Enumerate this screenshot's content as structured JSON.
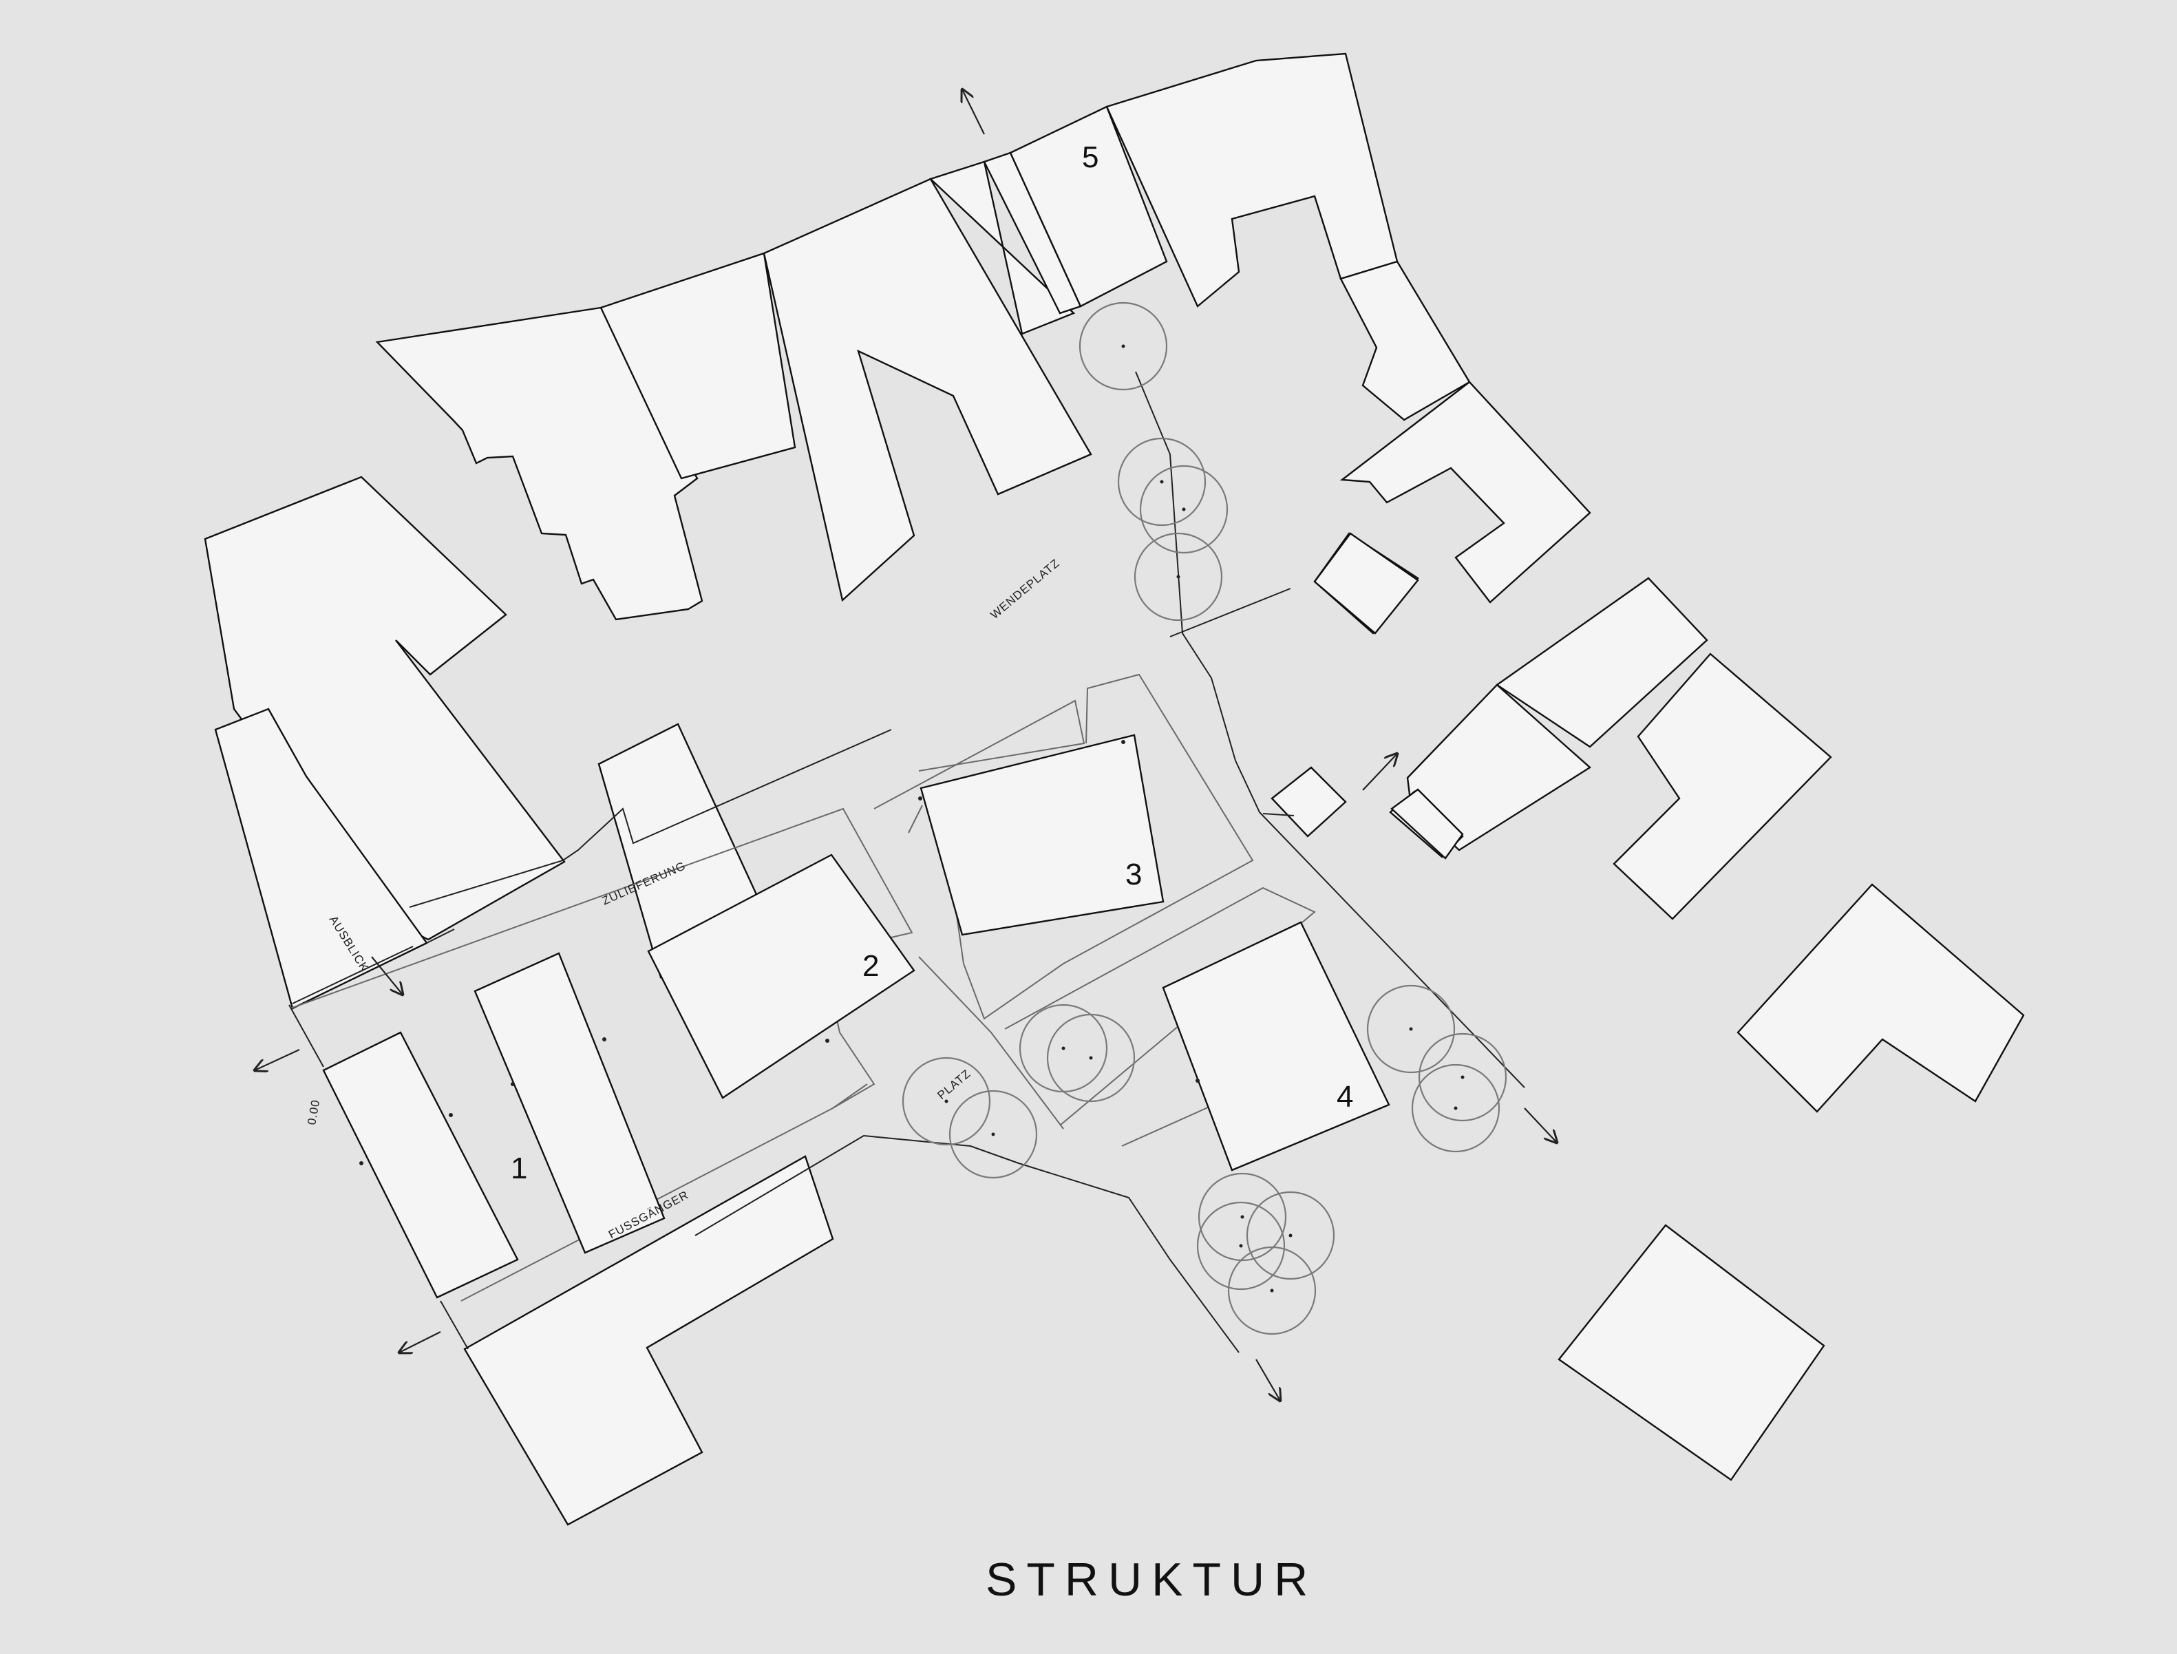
{
  "title": "STRUKTUR",
  "labels": {
    "wendeplatz": "WENDEPLATZ",
    "zulieferung": "ZULIEFERUNG",
    "ausblick": "AUSBLICK",
    "platz": "PLATZ",
    "fussganger": "FUSSGÄNGER",
    "level": "0.00"
  },
  "building_numbers": [
    "1",
    "2",
    "3",
    "4",
    "5"
  ],
  "colors": {
    "background": "#e4e4e4",
    "building_fill": "#f5f5f5",
    "outline": "#111111",
    "tree": "#7a7a7a"
  }
}
